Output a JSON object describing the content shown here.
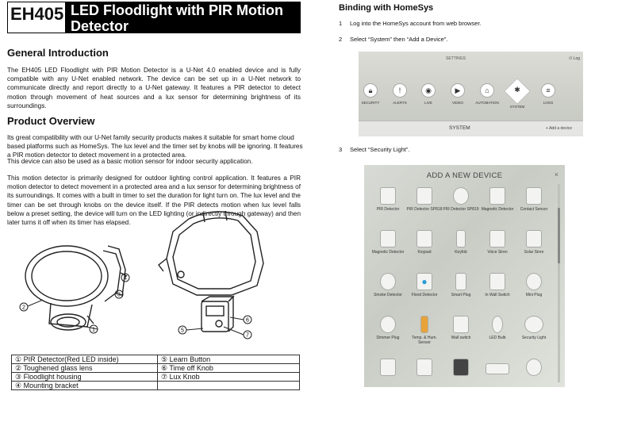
{
  "header": {
    "code": "EH405",
    "title": "LED Floodlight with PIR Motion Detector"
  },
  "general": {
    "heading": "General Introduction",
    "text": "The EH405 LED Floodlight with PIR Motion Detector is a U-Net 4.0 enabled device and is fully compatible with any U-Net enabled network. The device can be set up in a U-Net network to communicate directly and report directly to a U-Net gateway. It features a PIR detector to detect motion through movement of heat sources and a lux sensor for determining brightness of its surroundings."
  },
  "overview": {
    "heading": "Product Overview",
    "p1": "Its great compatibility with our U-Net family security products makes it suitable for smart home cloud based platforms such as HomeSys. The lux level and the timer set by knobs will be ignoring. It features a PIR motion detector to detect movement in a protected area.",
    "p2": "This device can also be used as a basic motion sensor for indoor security application.",
    "p3": "This motion detector is primarily designed for outdoor lighting control application. It features a PIR motion detector to detect movement in a protected area and a lux sensor for determining brightness of its surroundings. It comes with a built in timer to set the duration for light turn on. The lux level and the timer can be set through knobs on the device itself. If the PIR detects motion when lux level falls below a preset setting, the device will turn on the LED lighting (or indirectly through gateway) and then later turns it off when its timer has elapsed."
  },
  "callouts": {
    "n1": "1",
    "n2": "2",
    "n3": "3",
    "n4": "4",
    "n5": "5",
    "n6": "6",
    "n7": "7"
  },
  "parts": [
    [
      "① PIR Detector(Red LED inside)",
      "⑤ Learn Button"
    ],
    [
      "② Toughened glass lens",
      "⑥ Time off Knob"
    ],
    [
      "③ Floodlight housing",
      "⑦  Lux Knob"
    ],
    [
      "④ Mounting bracket",
      ""
    ]
  ],
  "binding": {
    "heading": "Binding with HomeSys",
    "steps": [
      {
        "n": "1",
        "text": "Log into the HomeSys account from web browser."
      },
      {
        "n": "2",
        "text": "Select “System” then “Add a Device”."
      },
      {
        "n": "3",
        "text": "Select “Security Light”."
      }
    ]
  },
  "system_screen": {
    "settings": "SETTINGS",
    "log": "⏻ Log",
    "icons": [
      "SECURITY",
      "ALERTS",
      "LIVE",
      "VIDEO",
      "AUTOMATION",
      "SYSTEM",
      "LOGS"
    ],
    "bar_title": "SYSTEM",
    "add_device": "+ Add a device"
  },
  "add_device_screen": {
    "title": "ADD A NEW DEVICE",
    "close": "×",
    "devices": [
      [
        "PIR Detector",
        "PIR Detector SP818",
        "PIR Detector SP819",
        "Magnetic Detector",
        "Contact Sensor"
      ],
      [
        "Magnetic Detector",
        "Keypad",
        "Keyfob",
        "Voice Siren",
        "Solar Siren"
      ],
      [
        "Smoke Detector",
        "Flood Detector",
        "Smart Plug",
        "In Wall Switch",
        "Mini Plug"
      ],
      [
        "Dimmer Plug",
        "Temp. & Hum. Sensor",
        "Wall switch",
        "LED Bulb",
        "Security Light"
      ],
      [
        "",
        "",
        "",
        "",
        ""
      ]
    ]
  }
}
